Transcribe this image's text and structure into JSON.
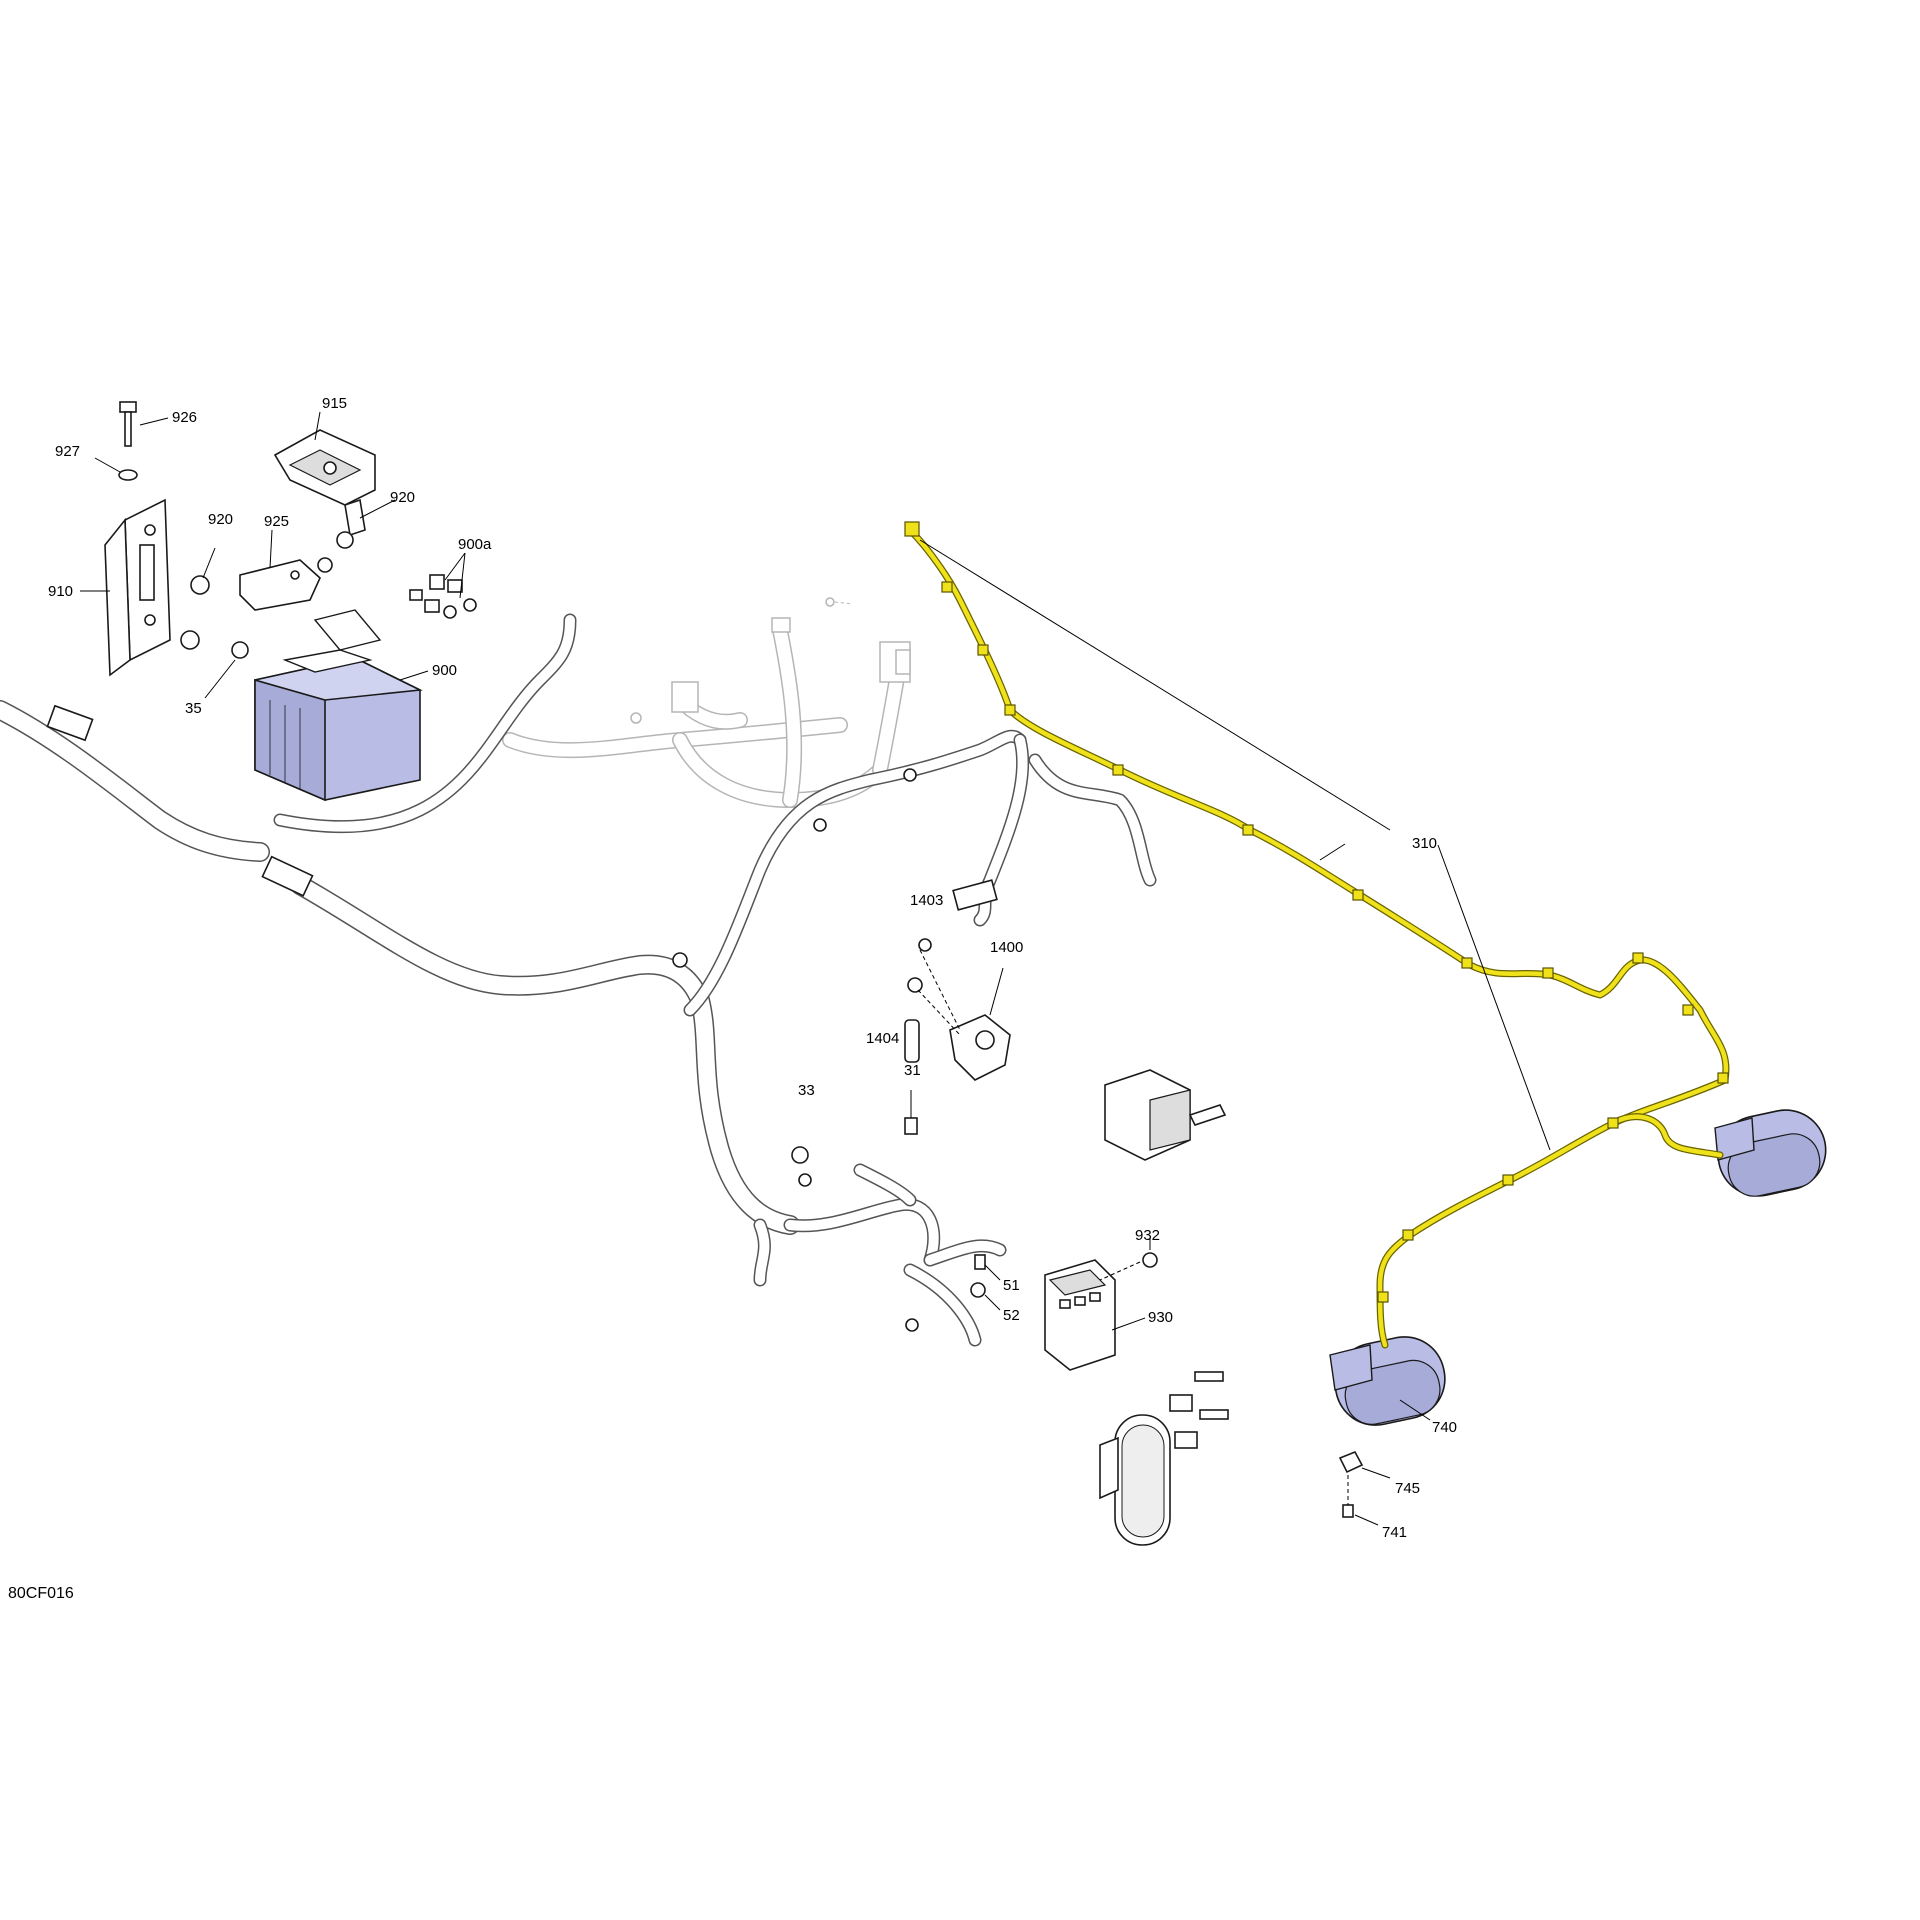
{
  "diagram": {
    "reference_code": "80CF016",
    "colors": {
      "accent_part": "#b9bde6",
      "highlight_harness": "#f0e21a",
      "line": "#000000"
    },
    "callouts": {
      "c926": "926",
      "c915": "915",
      "c927": "927",
      "c920a": "920",
      "c920b": "920",
      "c925": "925",
      "c900a": "900a",
      "c910": "910",
      "c900": "900",
      "c35": "35",
      "c310": "310",
      "c1403": "1403",
      "c1400": "1400",
      "c1404": "1404",
      "c31": "31",
      "c33": "33",
      "c932": "932",
      "c51": "51",
      "c52": "52",
      "c930": "930",
      "c740": "740",
      "c745": "745",
      "c741": "741"
    }
  }
}
